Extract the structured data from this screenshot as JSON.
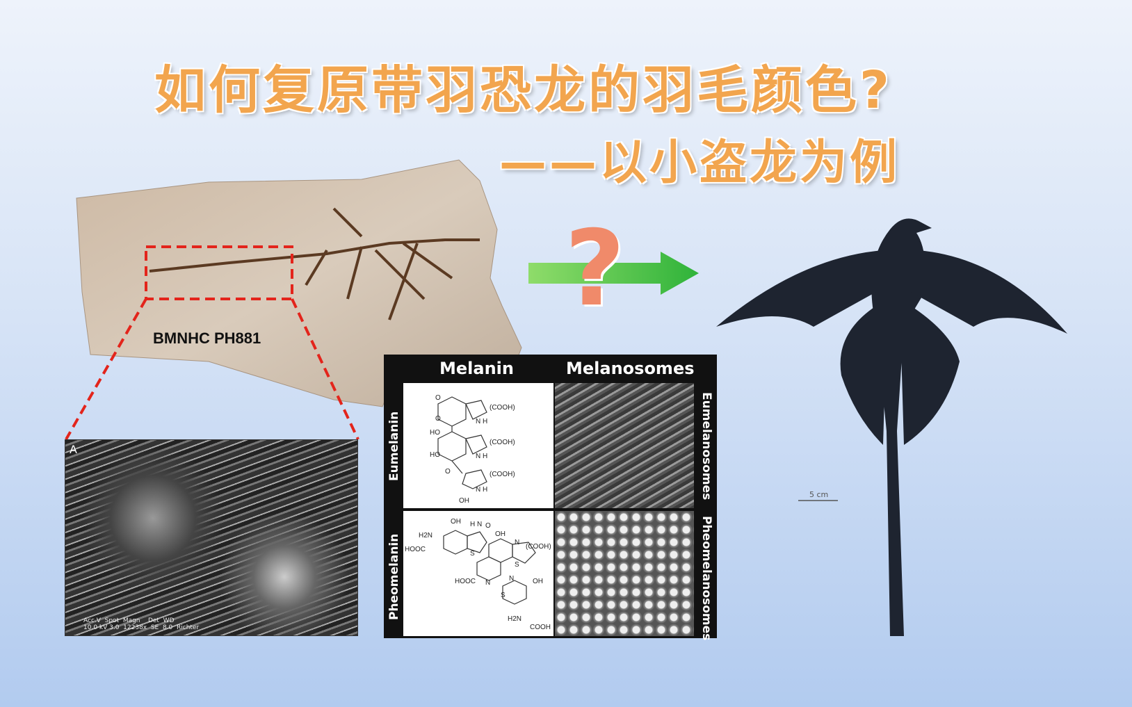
{
  "title": {
    "line1": "如何复原带羽恐龙的羽毛颜色?",
    "line2": "——以小盗龙为例"
  },
  "fossil": {
    "specimen_label": "BMNHC PH881"
  },
  "sem": {
    "panel_label": "A",
    "caption": "Acc.V  Spot  Magn    Det  WD\n10.0 kV 3.0  12238x  SE  8.0  Richter"
  },
  "melanin_table": {
    "col_headers": [
      "Melanin",
      "Melanosomes"
    ],
    "row_labels": [
      "Eumelanin",
      "Pheomelanin"
    ],
    "right_labels": [
      "Eumelanosomes",
      "Pheomelanosomes"
    ],
    "eumelanin_groups": [
      "O",
      "O",
      "HO",
      "HO",
      "(COOH)",
      "(COOH)",
      "(COOH)",
      "N H",
      "N H",
      "N H",
      "O",
      "OH"
    ],
    "pheomelanin_groups": [
      "OH",
      "H N",
      "O",
      "H2N",
      "HOOC",
      "S",
      "OH",
      "N",
      "(COOH)",
      "S",
      "HOOC",
      "N",
      "S",
      "N",
      "OH",
      "H2N",
      "COOH"
    ]
  },
  "symbols": {
    "question": "?",
    "arrow_color": "#4cc23a",
    "question_color": "#f08a6a",
    "title_color": "#f2a54e"
  },
  "reconstruction": {
    "scale_label": "5 cm"
  }
}
